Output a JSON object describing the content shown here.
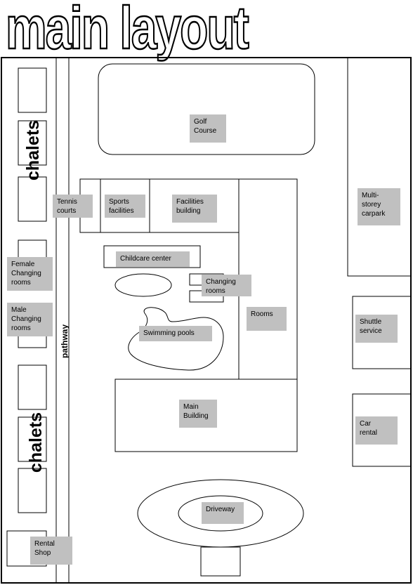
{
  "title": "main layout",
  "labels": {
    "golf": "Golf\nCourse",
    "tennis": "Tennis\ncourts",
    "sports": "Sports\nfacilities",
    "facilities": "Facilities\nbuilding",
    "carpark": "Multi-\nstorey\ncarpark",
    "childcare": "Childcare center",
    "female": "Female\nChanging\nrooms",
    "male": "Male\nChanging\nrooms",
    "changing": "Changing\nrooms",
    "rooms": "Rooms",
    "pools": "Swimming pools",
    "shuttle": "Shuttle\nservice",
    "main": "Main\nBuilding",
    "car": "Car\nrental",
    "driveway": "Driveway",
    "rental": "Rental\nShop"
  },
  "chalets_top": "chalets",
  "chalets_bottom": "chalets",
  "pathway": "pathway"
}
